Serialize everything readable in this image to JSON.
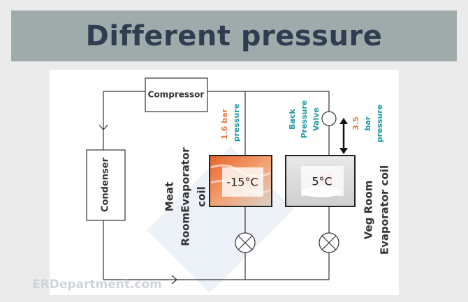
{
  "title": "Different pressure",
  "components": {
    "compressor": "Compressor",
    "condenser": "Condenser",
    "meat_coil_line1": "Meat",
    "meat_coil_line2": "RoomEvaporator",
    "meat_coil_line3": "coil",
    "veg_coil_line1": "Veg Room",
    "veg_coil_line2": "Evaporator coil",
    "back_valve_line1": "Back",
    "back_valve_line2": "Pressure",
    "back_valve_line3": "Valve"
  },
  "pressures": {
    "meat_value": "1.6 bar",
    "meat_unit": "pressure",
    "veg_value": "3.5",
    "veg_unit_line1": "bar",
    "veg_unit_line2": "pressure"
  },
  "temperatures": {
    "meat": "-15°C",
    "veg": "5°C"
  },
  "watermark": "ERDepartment.com",
  "colors": {
    "title_bg": "#9fabab",
    "title_text": "#2f3d50",
    "pressure_value": "#e8793a",
    "pressure_unit": "#1a9aa0",
    "line": "#333333"
  }
}
